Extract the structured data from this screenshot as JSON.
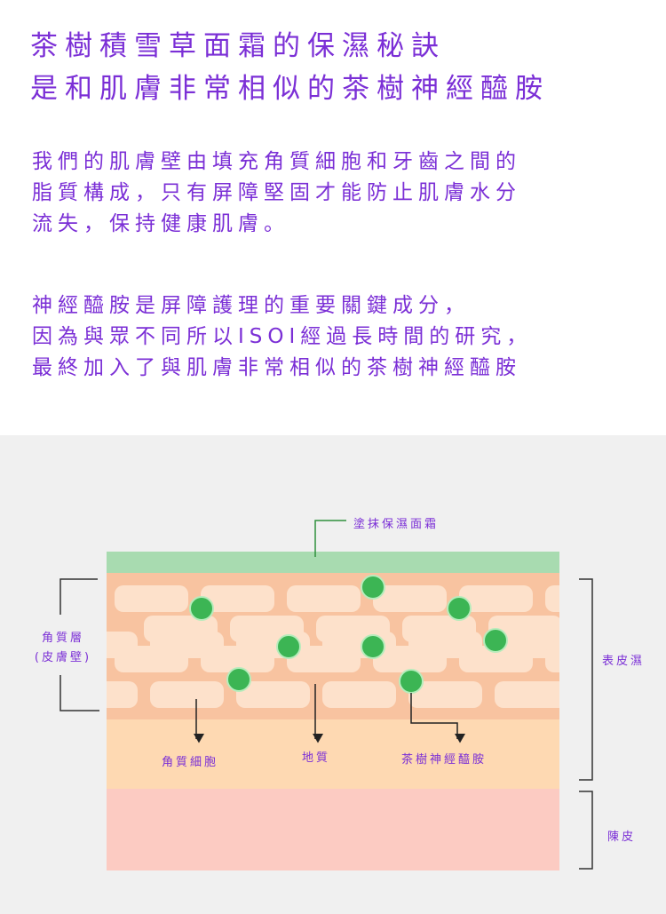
{
  "colors": {
    "purple": "#7b2fd6",
    "cream": "#a8dbb0",
    "stratum": "#f8c3a0",
    "brick": "#fde1cb",
    "dermis_upper": "#fed9b2",
    "dermis_lower": "#fccbc2",
    "dot": "#3cb554",
    "background": "#f0f0f0"
  },
  "header": {
    "line1": "茶樹積雪草面霜的保濕秘訣",
    "line2": "是和肌膚非常相似的茶樹神經醯胺"
  },
  "paragraph1": [
    "我們的肌膚壁由填充角質細胞和牙齒之間的",
    "脂質構成，只有屏障堅固才能防止肌膚水分",
    "流失，保持健康肌膚。"
  ],
  "paragraph2": [
    "神經醯胺是屏障護理的重要關鍵成分，",
    "因為與眾不同所以ISOI經過長時間的研究，",
    "最終加入了與肌膚非常相似的茶樹神經醯胺"
  ],
  "diagram": {
    "cream_label": "塗抹保濕面霜",
    "stratum_label_1": "角質層",
    "stratum_label_2": "(皮膚壁)",
    "epidermis_label": "表皮濕",
    "dermis_label": "陳皮",
    "keratinocyte_label": "角質細胞",
    "matrix_label": "地質",
    "ceramide_label": "茶樹神經醯胺"
  }
}
